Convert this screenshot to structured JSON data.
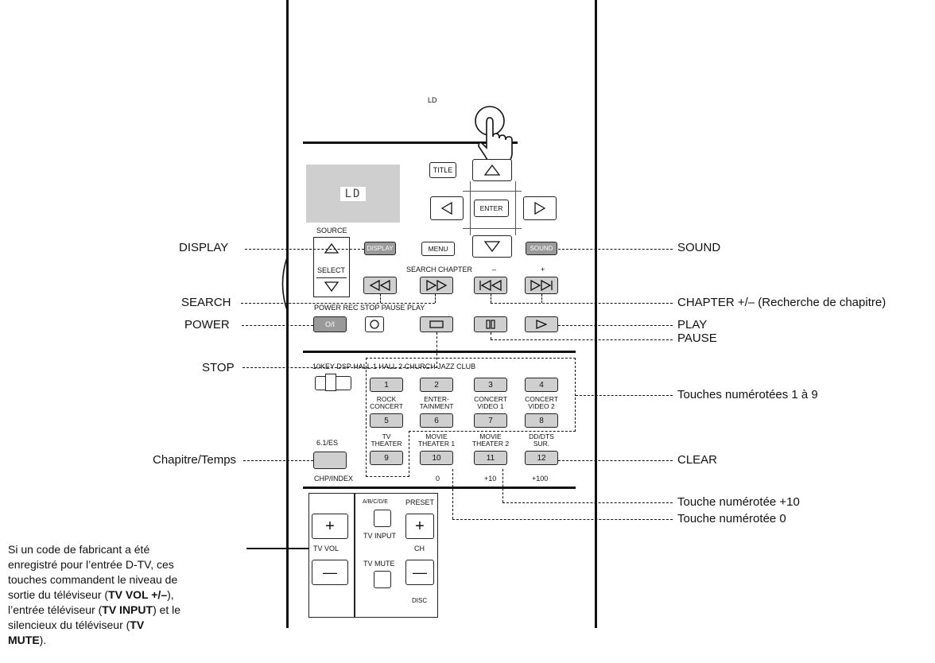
{
  "remote": {
    "top_label": "LD",
    "display_screen": "LD",
    "source_label": "SOURCE",
    "select_label": "SELECT",
    "title_btn": "TITLE",
    "enter_btn": "ENTER",
    "display_btn": "DISPLAY",
    "menu_btn": "MENU",
    "sound_btn": "SOUND",
    "search_chapter_label": "SEARCH CHAPTER",
    "minus": "–",
    "plus": "+",
    "transport_label": "POWER REC STOP PAUSE PLAY",
    "power_btn": "O/I",
    "mode_label": "10KEY DSP HALL 1 HALL 2 CHURCH JAZZ CLUB",
    "keys": [
      {
        "num": "1",
        "top": ""
      },
      {
        "num": "2",
        "top": ""
      },
      {
        "num": "3",
        "top": ""
      },
      {
        "num": "4",
        "top": ""
      },
      {
        "num": "5",
        "top": "ROCK\nCONCERT"
      },
      {
        "num": "6",
        "top": "ENTER-\nTAINMENT"
      },
      {
        "num": "7",
        "top": "CONCERT\nVIDEO 1"
      },
      {
        "num": "8",
        "top": "CONCERT\nVIDEO 2"
      },
      {
        "num": "9",
        "top": "TV\nTHEATER"
      },
      {
        "num": "10",
        "top": "MOVIE\nTHEATER 1"
      },
      {
        "num": "11",
        "top": "MOVIE\nTHEATER 2"
      },
      {
        "num": "12",
        "top": "DD/DTS\nSUR."
      }
    ],
    "six_one_label": "6.1/ES",
    "chp_index_label": "CHP/INDEX",
    "zero_label": "0",
    "plus10_label": "+10",
    "plus100_label": "+100",
    "abcde_label": "A/B/C/D/E",
    "preset_label": "PRESET",
    "tv_vol_label": "TV VOL",
    "tv_input_label": "TV INPUT",
    "tv_mute_label": "TV MUTE",
    "ch_label": "CH",
    "disc_label": "DISC",
    "plus_sign": "+",
    "minus_sign": "—"
  },
  "callouts": {
    "display": "DISPLAY",
    "search": "SEARCH",
    "power": "POWER",
    "stop": "STOP",
    "chapter_time": "Chapitre/Temps",
    "sound": "SOUND",
    "chapter": "CHAPTER +/– (Recherche de chapitre)",
    "play": "PLAY",
    "pause": "PAUSE",
    "numbered_keys": "Touches numérotées 1 à 9",
    "clear": "CLEAR",
    "plus10": "Touche numérotée +10",
    "zero": "Touche numérotée 0"
  },
  "note": {
    "line1": "Si un code de fabricant a été",
    "line2": "enregistré pour l’entrée D-TV, ces",
    "line3": "touches commandent le niveau de",
    "line4a": "sortie du téléviseur (",
    "line4b": "TV VOL +/–",
    "line4c": "),",
    "line5a": "l’entrée téléviseur (",
    "line5b": "TV INPUT",
    "line5c": ") et le",
    "line6a": "silencieux du téléviseur (",
    "line6b": "TV",
    "line7a": "MUTE",
    "line7b": ")."
  }
}
